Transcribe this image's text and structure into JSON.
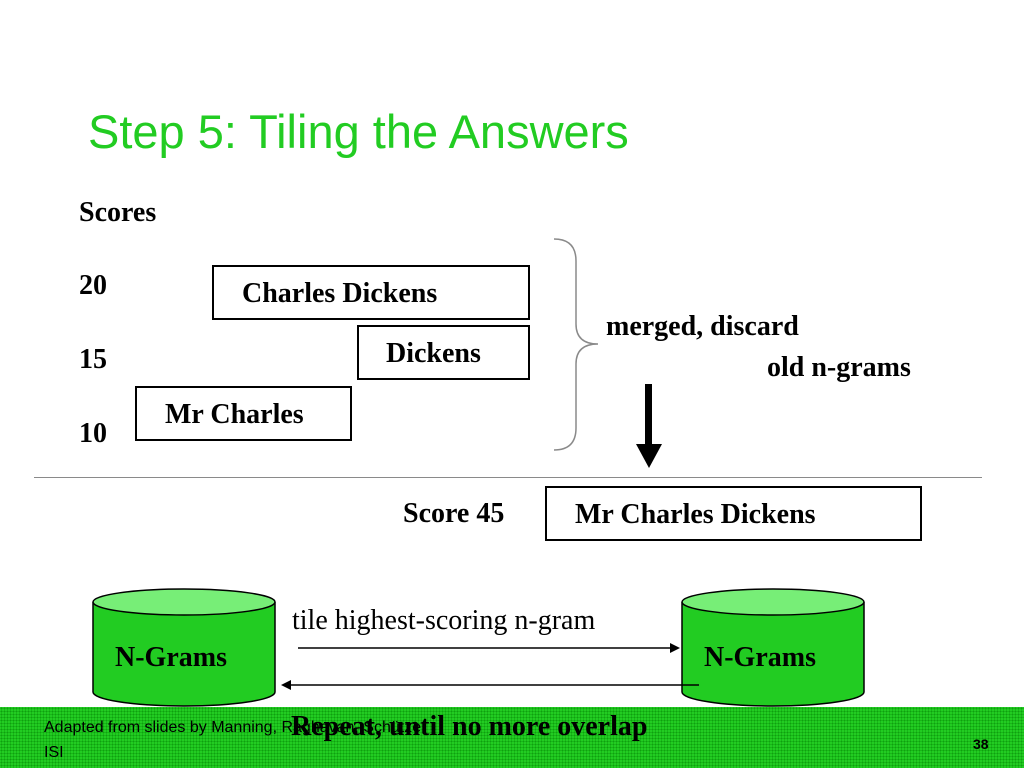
{
  "slide": {
    "title": "Step 5: Tiling the Answers",
    "scores_header": "Scores",
    "score_values": [
      "20",
      "15",
      "10"
    ],
    "ngrams": [
      "Charles    Dickens",
      "Dickens",
      "Mr Charles"
    ],
    "merge_text_line1": "merged,      discard",
    "merge_text_line2": "old n-grams",
    "result_label": "Score 45",
    "result_text": "Mr Charles  Dickens",
    "db_left_label": "N-Grams",
    "db_right_label": "N-Grams",
    "flow_label": "tile highest-scoring n-gram",
    "repeat_text": "Repeat, until no more overlap"
  },
  "footer": {
    "credit_line1": "Adapted from slides by Manning, Raghavan, Schütze",
    "credit_line2": "ISI",
    "page_number": "38"
  },
  "colors": {
    "title": "#22cc22",
    "footer_bg": "#22cc22",
    "cylinder_fill": "#22cc22",
    "cylinder_top": "#77ee77"
  },
  "icons": [
    "curly-brace-icon",
    "down-arrow-icon",
    "database-icon",
    "right-arrow-icon",
    "left-arrow-icon"
  ]
}
